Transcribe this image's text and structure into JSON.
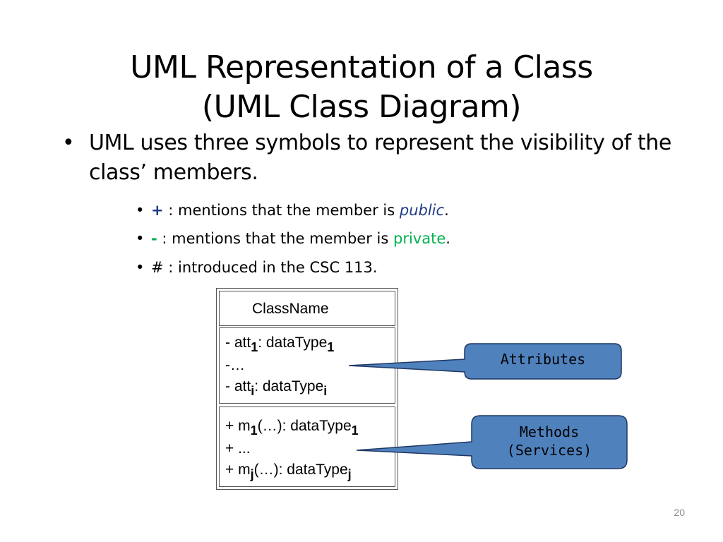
{
  "slide": {
    "title_line1": "UML Representation of a Class",
    "title_line2": "(UML Class Diagram)",
    "bullet_main": "UML uses three symbols to represent the visibility of the class’ members.",
    "sub_bullets": [
      {
        "symbol": "+",
        "text": " : mentions that the member is ",
        "keyword": "public",
        "end": "."
      },
      {
        "symbol": "-",
        "text": " : mentions that the member is ",
        "keyword": "private",
        "end": "."
      },
      {
        "text": "# : introduced in the CSC 113."
      }
    ],
    "page_number": "20"
  },
  "uml": {
    "class_name": "ClassName",
    "attributes": [
      {
        "prefix": "- att",
        "sub1": "1",
        "mid": ": dataType",
        "sub2": "1"
      },
      {
        "prefix": "-…"
      },
      {
        "prefix": "- att",
        "sub1": "i",
        "mid": ": dataType",
        "sub2": "i"
      }
    ],
    "methods": [
      {
        "prefix": "+ m",
        "sub1": "1",
        "mid": "(…): dataType",
        "sub2": "1"
      },
      {
        "prefix": "+ ..."
      },
      {
        "prefix": "+ m",
        "sub1": "j",
        "mid": "(…): dataType",
        "sub2": "j"
      }
    ]
  },
  "callouts": {
    "attributes_label": "Attributes",
    "methods_line1": "Methods",
    "methods_line2": "(Services)"
  },
  "colors": {
    "callout_fill": "#4f81bd",
    "callout_stroke": "#1f3864",
    "public_color": "#1f3c88",
    "private_color": "#00b050"
  }
}
